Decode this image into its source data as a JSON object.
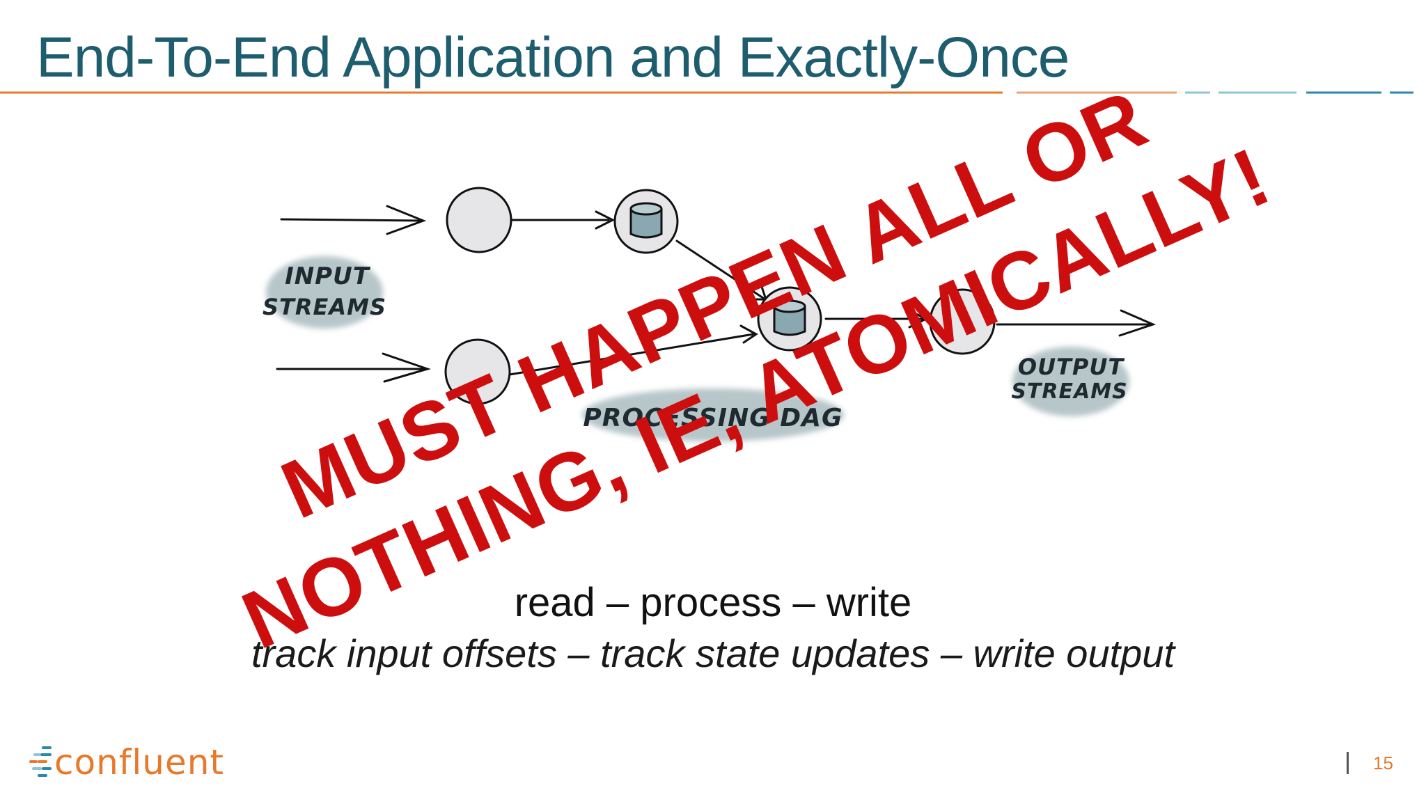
{
  "slide": {
    "title": "End-To-End Application and Exactly-Once",
    "diagram": {
      "input_label_line1": "INPUT",
      "input_label_line2": "STREAMS",
      "output_label_line1": "OUTPUT",
      "output_label_line2": "STREAMS",
      "processing_label": "PROCESSING DAG"
    },
    "stamp": {
      "line1": "MUST HAPPEN ALL OR",
      "line2": "NOTHING, IE, ATOMICALLY!"
    },
    "caption_main": "read – process – write",
    "caption_sub": "track input offsets – track state updates – write output",
    "footer": {
      "logo_text": "confluent",
      "page_number": "15"
    }
  },
  "colors": {
    "title": "#1d5d6e",
    "accent_orange": "#e8782a",
    "accent_blue": "#2a88a8",
    "stamp_red": "#cc0e0e",
    "label_blob": "#9fb3b8"
  },
  "icons": [
    "cylinder-state-store-icon",
    "confluent-logo-icon"
  ]
}
